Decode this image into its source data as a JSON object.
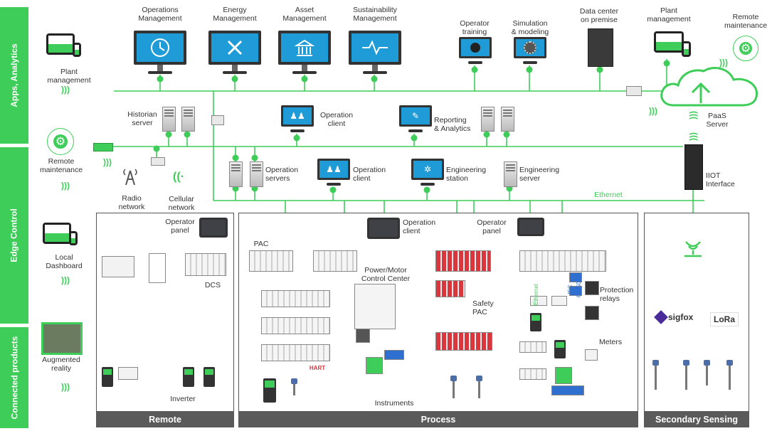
{
  "bands": {
    "apps": "Apps, Analytics",
    "edge": "Edge Control",
    "connected": "Connected products"
  },
  "top_apps": {
    "operations": "Operations\nManagement",
    "energy": "Energy\nManagement",
    "asset": "Asset\nManagement",
    "sustainability": "Sustainability\nManagement"
  },
  "labels": {
    "operator_training": "Operator\ntraining",
    "simulation": "Simulation\n& modeling",
    "data_center": "Data center\non premise",
    "plant_mgmt_top": "Plant\nmanagement",
    "remote_maint_top": "Remote\nmaintenance",
    "plant_mgmt_left": "Plant\nmanagement",
    "historian": "Historian\nserver",
    "operation_client_1": "Operation\nclient",
    "reporting": "Reporting\n& Analytics",
    "paas": "PaaS\nServer",
    "remote_maint_left": "Remote\nmaintenance",
    "operation_servers": "Operation\nservers",
    "operation_client_2": "Operation\nclient",
    "engineering_station": "Engineering\nstation",
    "engineering_server": "Engineering\nserver",
    "iiot": "IIOT\nInterface",
    "radio": "Radio\nnetwork",
    "cellular": "Cellular\nnetwork",
    "ethernet": "Ethernet",
    "local_dashboard": "Local\nDashboard",
    "augmented": "Augmented\nreality",
    "operator_panel_remote": "Operator\npanel",
    "dcs": "DCS",
    "inverter": "Inverter",
    "pac": "PAC",
    "operation_client_3": "Operation\nclient",
    "operator_panel_process": "Operator\npanel",
    "power_motor": "Power/Motor\nControl Center",
    "safety_pac": "Safety\nPAC",
    "protection": "Protection\nrelays",
    "meters": "Meters",
    "instruments": "Instruments",
    "hart": "HART",
    "iec": "IEC 61850",
    "ethernet_vert": "Ethernet",
    "sigfox": "sigfox",
    "lora": "LoRa"
  },
  "sections": {
    "remote": "Remote",
    "process": "Process",
    "secondary": "Secondary Sensing"
  },
  "colors": {
    "accent": "#3dcd58",
    "screen": "#1f9bd7",
    "footer": "#5a5a5a",
    "safety": "#d9363e"
  }
}
